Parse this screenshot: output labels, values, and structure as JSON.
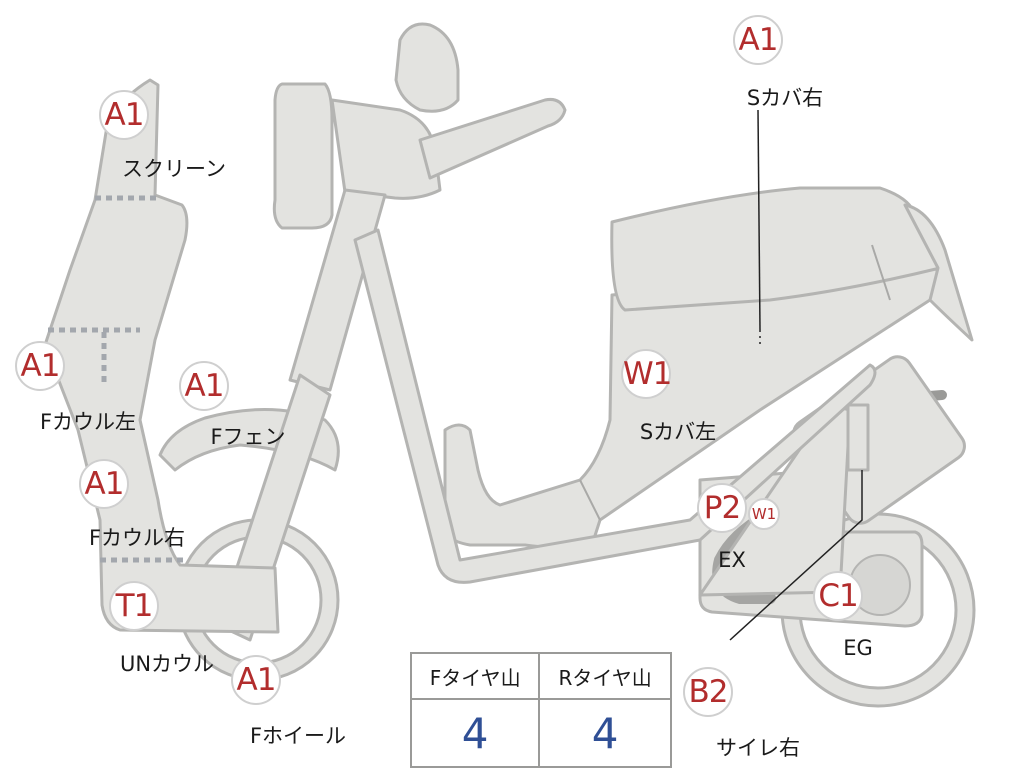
{
  "badges": {
    "screen": "A1",
    "f_cowl_left": "A1",
    "f_fender": "A1",
    "f_cowl_right": "A1",
    "un_cowl": "T1",
    "f_wheel": "A1",
    "s_cover_right": "A1",
    "s_cover_left": "W1",
    "ex_main": "P2",
    "ex_sub": "W1",
    "eg": "C1",
    "silencer_right": "B2"
  },
  "labels": {
    "screen": "スクリーン",
    "f_cowl_left": "Fカウル左",
    "f_fender": "Fフェン",
    "f_cowl_right": "Fカウル右",
    "un_cowl": "UNカウル",
    "f_wheel": "Fホイール",
    "s_cover_right": "Sカバ右",
    "s_cover_left": "Sカバ左",
    "ex": "EX",
    "eg": "EG",
    "silencer_right": "サイレ右"
  },
  "tire_table": {
    "headers": [
      "Fタイヤ山",
      "Rタイヤ山"
    ],
    "values": [
      "4",
      "4"
    ]
  },
  "colors": {
    "part_fill": "#e3e3e0",
    "outline": "#b4b4b2",
    "badge_text": "#b22d2d",
    "value_text": "#2f4f95"
  }
}
